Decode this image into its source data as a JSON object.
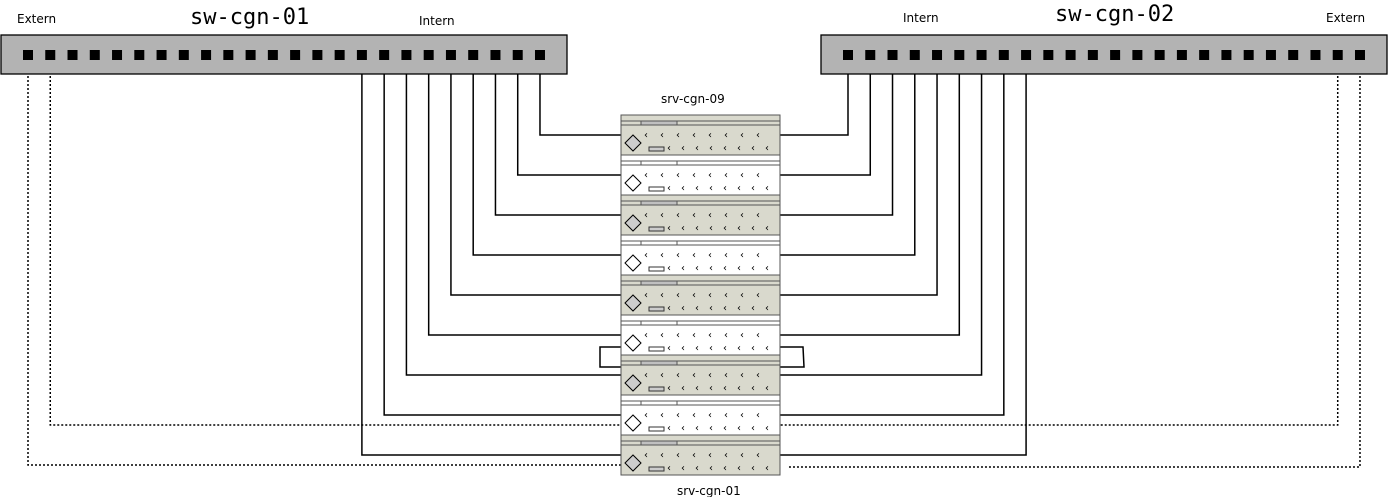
{
  "switches": [
    {
      "name": "sw-cgn-01",
      "left_label": "Extern",
      "right_label": "Intern",
      "port_count": 24
    },
    {
      "name": "sw-cgn-02",
      "left_label": "Intern",
      "right_label": "Extern",
      "port_count": 24
    }
  ],
  "rack": {
    "top_label": "srv-cgn-09",
    "bottom_label": "srv-cgn-01",
    "server_count": 9
  },
  "colors": {
    "switch": "#b3b3b3",
    "server_gray": "#d9d9cd",
    "server_white": "#ffffff",
    "line": "#000000"
  }
}
